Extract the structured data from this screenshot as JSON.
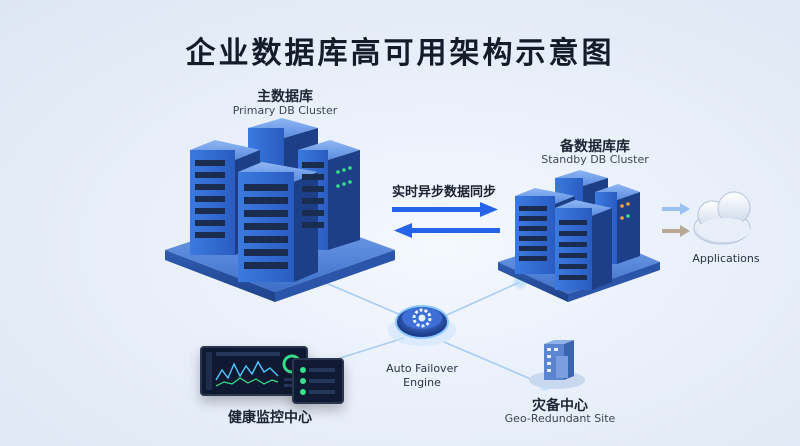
{
  "title": "企业数据库高可用架构示意图",
  "primary": {
    "title": "主数据库",
    "subtitle": "Primary DB Cluster"
  },
  "standby": {
    "title": "备数据库库",
    "subtitle": "Standby DB Cluster"
  },
  "sync": {
    "label": "实时异步数据同步"
  },
  "applications": {
    "label": "Applications"
  },
  "failover": {
    "line1": "Auto Failover",
    "line2": "Engine"
  },
  "monitoring": {
    "title": "健康监控中心"
  },
  "disaster": {
    "title": "灾备中心",
    "subtitle": "Geo-Redundant Site"
  },
  "colors": {
    "server_blue": "#2f6bd6",
    "server_dark": "#1d2f52",
    "platform": "#5a8fe6",
    "arrow_blue": "#2563eb",
    "glow": "#7fc4ff"
  }
}
